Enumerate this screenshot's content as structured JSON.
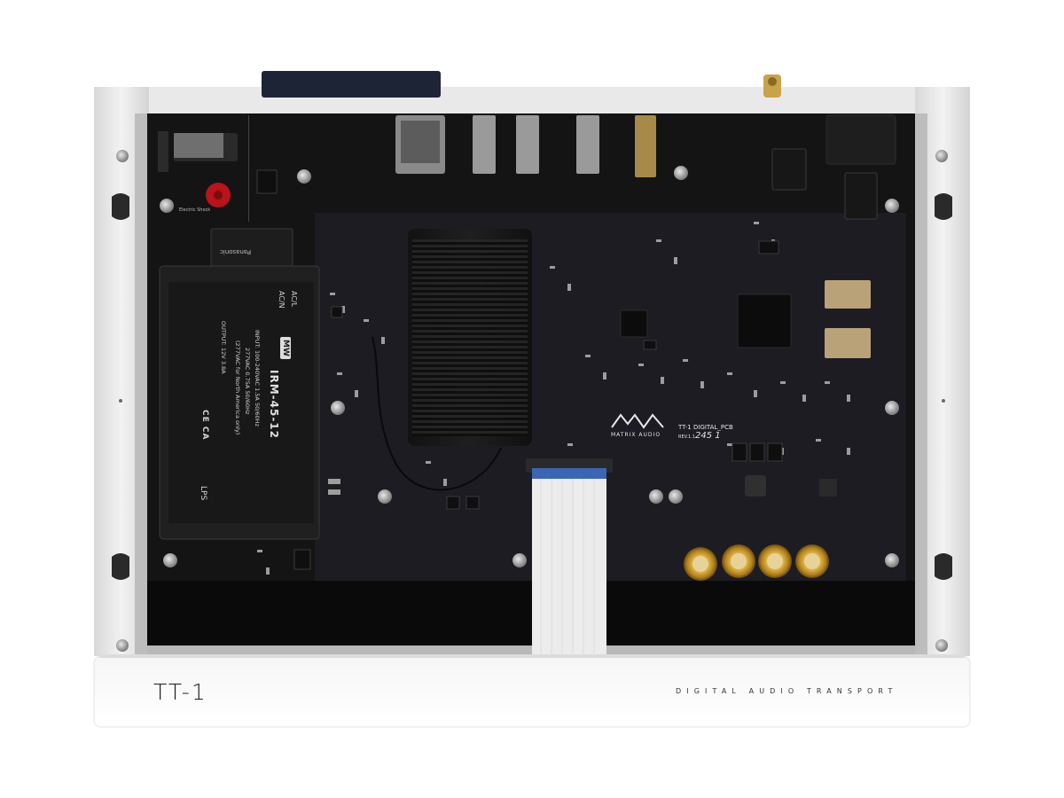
{
  "front_panel": {
    "model": "TT-1",
    "description": "DIGITAL AUDIO TRANSPORT"
  },
  "pcb": {
    "brand": "MATRIX AUDIO",
    "board_name": "TT-1 DIGITAL_PCB",
    "revision": "REV.1.1",
    "handwritten": "245 1"
  },
  "power_supply": {
    "brand_mark": "MW",
    "model": "IRM-45-12",
    "input_line": "INPUT: 100-240VAC 1.5A 50/60Hz",
    "input_line2": "277VAC 0.75A 50/60Hz",
    "input_line3": "(277VAC for North America only)",
    "output_line": "OUTPUT: 12V 3.8A",
    "ac_l": "AC/L",
    "ac_n": "AC/N",
    "certs": "CE CA",
    "lps": "LPS"
  },
  "relay_label": "Panasonic",
  "warning_label": "Electric Shock"
}
